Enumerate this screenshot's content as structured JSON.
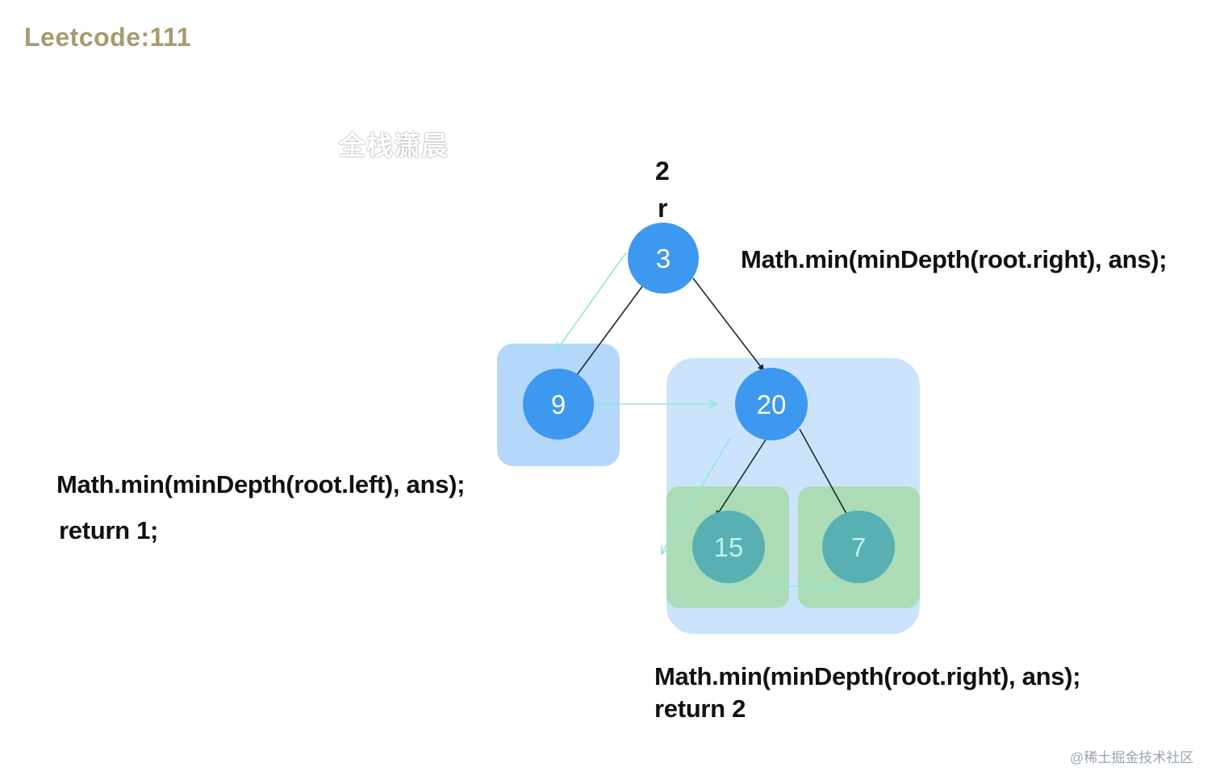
{
  "title": "Leetcode:111",
  "watermark_top": "全栈潇晨",
  "watermark_bottom": "@稀土掘金技术社区",
  "depth_label": "2",
  "pointer_label": "r",
  "nodes": [
    {
      "id": "node-3",
      "value": "3"
    },
    {
      "id": "node-9",
      "value": "9"
    },
    {
      "id": "node-20",
      "value": "20"
    },
    {
      "id": "node-15",
      "value": "15"
    },
    {
      "id": "node-7",
      "value": "7"
    }
  ],
  "code_root_right": "Math.min(minDepth(root.right), ans);",
  "code_left": "Math.min(minDepth(root.left), ans);",
  "code_return_1": "return 1;",
  "code_right_bottom": "Math.min(minDepth(root.right), ans);",
  "code_return_2": "return 2",
  "colors": {
    "node_blue": "#3d98ef",
    "node_teal": "#58b0b3",
    "box_blue": "#b4d8fa",
    "box_light_blue": "#cce4fb",
    "box_green": "#acdcb6",
    "arrow_cyan": "#8fe6dc",
    "edge_dark": "#1c2a2a",
    "title": "#a89a6c"
  }
}
